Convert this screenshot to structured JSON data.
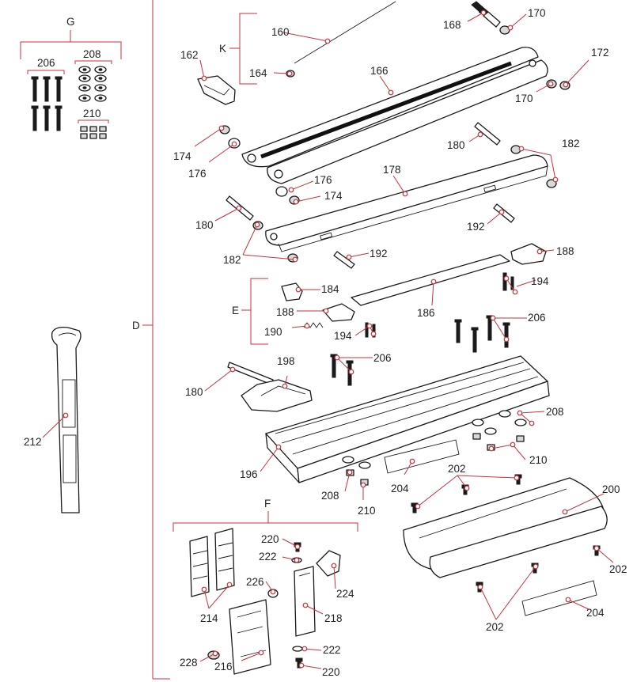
{
  "groups": {
    "G": "G",
    "K": "K",
    "D": "D",
    "E": "E",
    "F": "F"
  },
  "callouts": [
    {
      "id": "c206g",
      "text": "206"
    },
    {
      "id": "c208g",
      "text": "208"
    },
    {
      "id": "c210g",
      "text": "210"
    },
    {
      "id": "c160",
      "text": "160"
    },
    {
      "id": "c162",
      "text": "162"
    },
    {
      "id": "c164",
      "text": "164"
    },
    {
      "id": "c166",
      "text": "166"
    },
    {
      "id": "c168",
      "text": "168"
    },
    {
      "id": "c170a",
      "text": "170"
    },
    {
      "id": "c170b",
      "text": "170"
    },
    {
      "id": "c172",
      "text": "172"
    },
    {
      "id": "c174a",
      "text": "174"
    },
    {
      "id": "c176a",
      "text": "176"
    },
    {
      "id": "c176b",
      "text": "176"
    },
    {
      "id": "c174b",
      "text": "174"
    },
    {
      "id": "c178",
      "text": "178"
    },
    {
      "id": "c180a",
      "text": "180"
    },
    {
      "id": "c182a",
      "text": "182"
    },
    {
      "id": "c180b",
      "text": "180"
    },
    {
      "id": "c192a",
      "text": "192"
    },
    {
      "id": "c182b",
      "text": "182"
    },
    {
      "id": "c192b",
      "text": "192"
    },
    {
      "id": "c188a",
      "text": "188"
    },
    {
      "id": "c184",
      "text": "184"
    },
    {
      "id": "c194a",
      "text": "194"
    },
    {
      "id": "c188b",
      "text": "188"
    },
    {
      "id": "c186",
      "text": "186"
    },
    {
      "id": "c206a",
      "text": "206"
    },
    {
      "id": "c190",
      "text": "190"
    },
    {
      "id": "c194b",
      "text": "194"
    },
    {
      "id": "c206b",
      "text": "206"
    },
    {
      "id": "c198",
      "text": "198"
    },
    {
      "id": "c180c",
      "text": "180"
    },
    {
      "id": "c208a",
      "text": "208"
    },
    {
      "id": "c210a",
      "text": "210"
    },
    {
      "id": "c212",
      "text": "212"
    },
    {
      "id": "c196",
      "text": "196"
    },
    {
      "id": "c204a",
      "text": "204"
    },
    {
      "id": "c202a",
      "text": "202"
    },
    {
      "id": "c208b",
      "text": "208"
    },
    {
      "id": "c210b",
      "text": "210"
    },
    {
      "id": "c200",
      "text": "200"
    },
    {
      "id": "c202b",
      "text": "202"
    },
    {
      "id": "c220a",
      "text": "220"
    },
    {
      "id": "c222a",
      "text": "222"
    },
    {
      "id": "c226",
      "text": "226"
    },
    {
      "id": "c224",
      "text": "224"
    },
    {
      "id": "c214",
      "text": "214"
    },
    {
      "id": "c218",
      "text": "218"
    },
    {
      "id": "c202c",
      "text": "202"
    },
    {
      "id": "c204b",
      "text": "204"
    },
    {
      "id": "c228",
      "text": "228"
    },
    {
      "id": "c216",
      "text": "216"
    },
    {
      "id": "c222b",
      "text": "222"
    },
    {
      "id": "c220b",
      "text": "220"
    }
  ]
}
